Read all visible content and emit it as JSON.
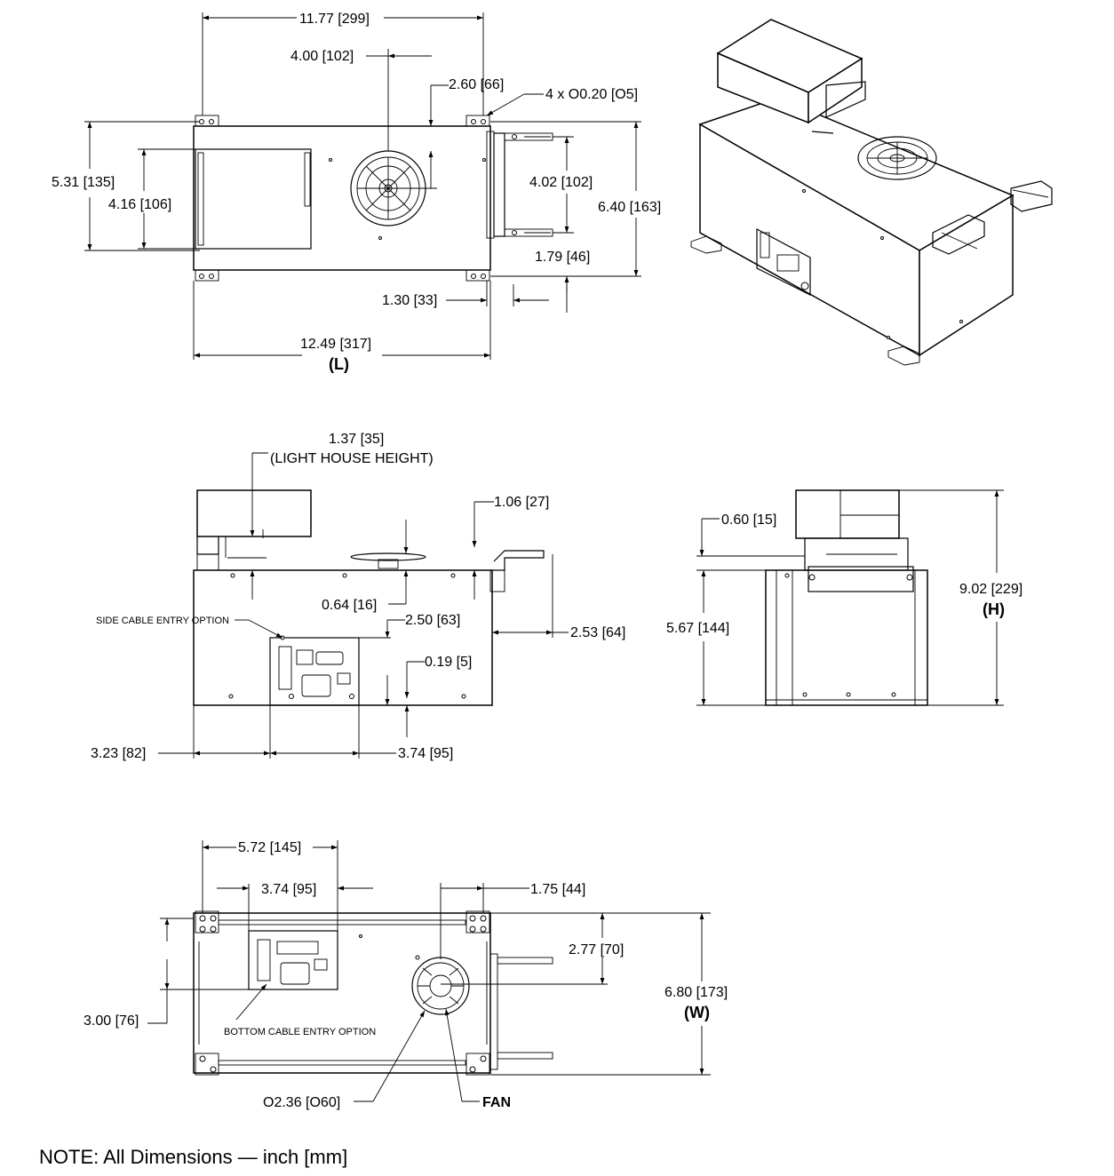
{
  "top_view": {
    "dim_overall_mount": "11.77 [299]",
    "dim_fan_x": "4.00 [102]",
    "dim_fan_y": "2.60 [66]",
    "dim_holes": "4 x O0.20 [O5]",
    "dim_height_outer": "5.31 [135]",
    "dim_height_inner": "4.16 [106]",
    "dim_handle_span": "4.02 [102]",
    "dim_width": "6.40 [163]",
    "dim_handle_offset": "1.79 [46]",
    "dim_handle_depth": "1.30 [33]",
    "dim_length": "12.49 [317]",
    "label_length": "(L)"
  },
  "side_view": {
    "dim_light_house": "1.37 [35]",
    "light_house_caption": "(LIGHT HOUSE HEIGHT)",
    "dim_handle_height": "1.06 [27]",
    "dim_fan_height": "0.64 [16]",
    "side_cable_label": "SIDE CABLE ENTRY OPTION",
    "dim_panel_height": "2.50 [63]",
    "dim_panel_offset": "0.19 [5]",
    "dim_handle_reach": "2.53 [64]",
    "dim_panel_left": "3.23 [82]",
    "dim_panel_width": "3.74 [95]"
  },
  "end_view": {
    "dim_top": "0.60 [15]",
    "dim_body_height": "5.67 [144]",
    "dim_total_height": "9.02 [229]",
    "label_height": "(H)"
  },
  "bottom_view": {
    "dim_fan_center": "5.72 [145]",
    "dim_panel_width": "3.74 [95]",
    "dim_fan_edge": "1.75 [44]",
    "dim_fan_y": "2.77 [70]",
    "dim_panel_y": "3.00 [76]",
    "bottom_cable_label": "BOTTOM CABLE ENTRY OPTION",
    "dim_width": "6.80 [173]",
    "label_width": "(W)",
    "dim_fan_dia": "O2.36 [O60]",
    "fan_label": "FAN"
  },
  "note": "NOTE: All Dimensions — inch [mm]"
}
